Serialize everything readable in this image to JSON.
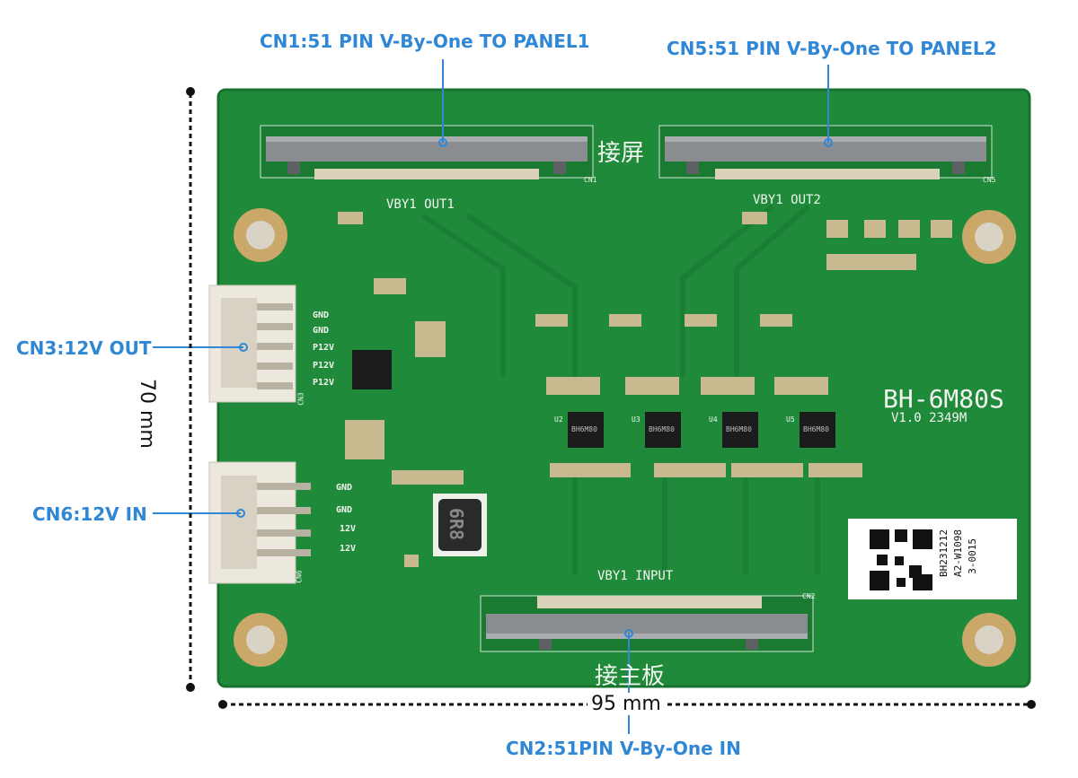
{
  "callouts": {
    "cn1": "CN1:51 PIN V-By-One TO PANEL1",
    "cn5": "CN5:51 PIN V-By-One TO PANEL2",
    "cn3": "CN3:12V OUT",
    "cn6": "CN6:12V IN",
    "cn2": "CN2:51PIN V-By-One IN"
  },
  "dimensions": {
    "height": "70 mm",
    "width": "95 mm"
  },
  "board": {
    "model": "BH-6M80S",
    "version": "V1.0 2349M",
    "out1": "VBY1 OUT1",
    "out2": "VBY1 OUT2",
    "input": "VBY1 INPUT",
    "screen_cn": "接屏",
    "main_cn": "接主板",
    "cn1_ref": "CN1",
    "cn5_ref": "CN5",
    "cn2_ref": "CN2",
    "cn3_ref": "CN3",
    "cn6_ref": "CN6",
    "cn3_pins": [
      "GND",
      "GND",
      "P12V",
      "P12V",
      "P12V"
    ],
    "cn6_pins": [
      "GND",
      "GND",
      "12V",
      "12V"
    ],
    "chips": [
      "BH6M80",
      "BH6M80",
      "BH6M80",
      "BH6M80"
    ],
    "chip_refs": [
      "U2",
      "U3",
      "U4",
      "U5"
    ],
    "inductor": "6R8",
    "label_lines": [
      "BH231212",
      "A2-W1098",
      "3-0015"
    ]
  },
  "colors": {
    "callout": "#2f87d6",
    "pcb": "#1f8a3a",
    "pcb_dark": "#17722e",
    "connector_white": "#ece8de",
    "metal": "#8a8d90",
    "gold": "#c9a869"
  }
}
